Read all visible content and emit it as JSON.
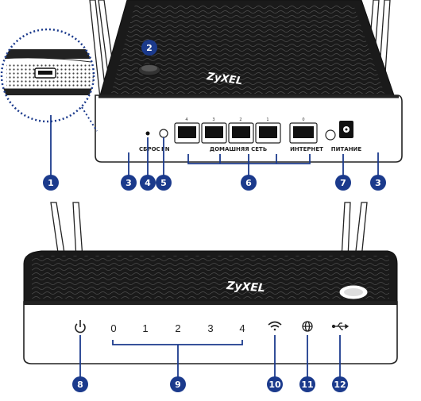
{
  "rear": {
    "brand": "ZyXEL",
    "labels": {
      "reset": "СБРОС",
      "fn": "FN",
      "home_network": "ДОМАШНЯЯ СЕТЬ",
      "internet": "ИНТЕРНЕТ",
      "power": "ПИТАНИЕ"
    },
    "port_numbers": [
      "4",
      "3",
      "2",
      "1",
      "0"
    ]
  },
  "front": {
    "brand": "ZyXEL",
    "led_numbers": [
      "0",
      "1",
      "2",
      "3",
      "4"
    ],
    "icons": [
      "power-icon",
      "wifi-icon",
      "globe-icon",
      "usb-icon"
    ]
  },
  "callouts": [
    "1",
    "2",
    "3",
    "3",
    "4",
    "5",
    "6",
    "7",
    "8",
    "9",
    "10",
    "11",
    "12"
  ],
  "colors": {
    "badge": "#1b3a8c",
    "body": "#1a1a1a",
    "outline": "#222222",
    "callout_line": "#1b3a8c"
  }
}
